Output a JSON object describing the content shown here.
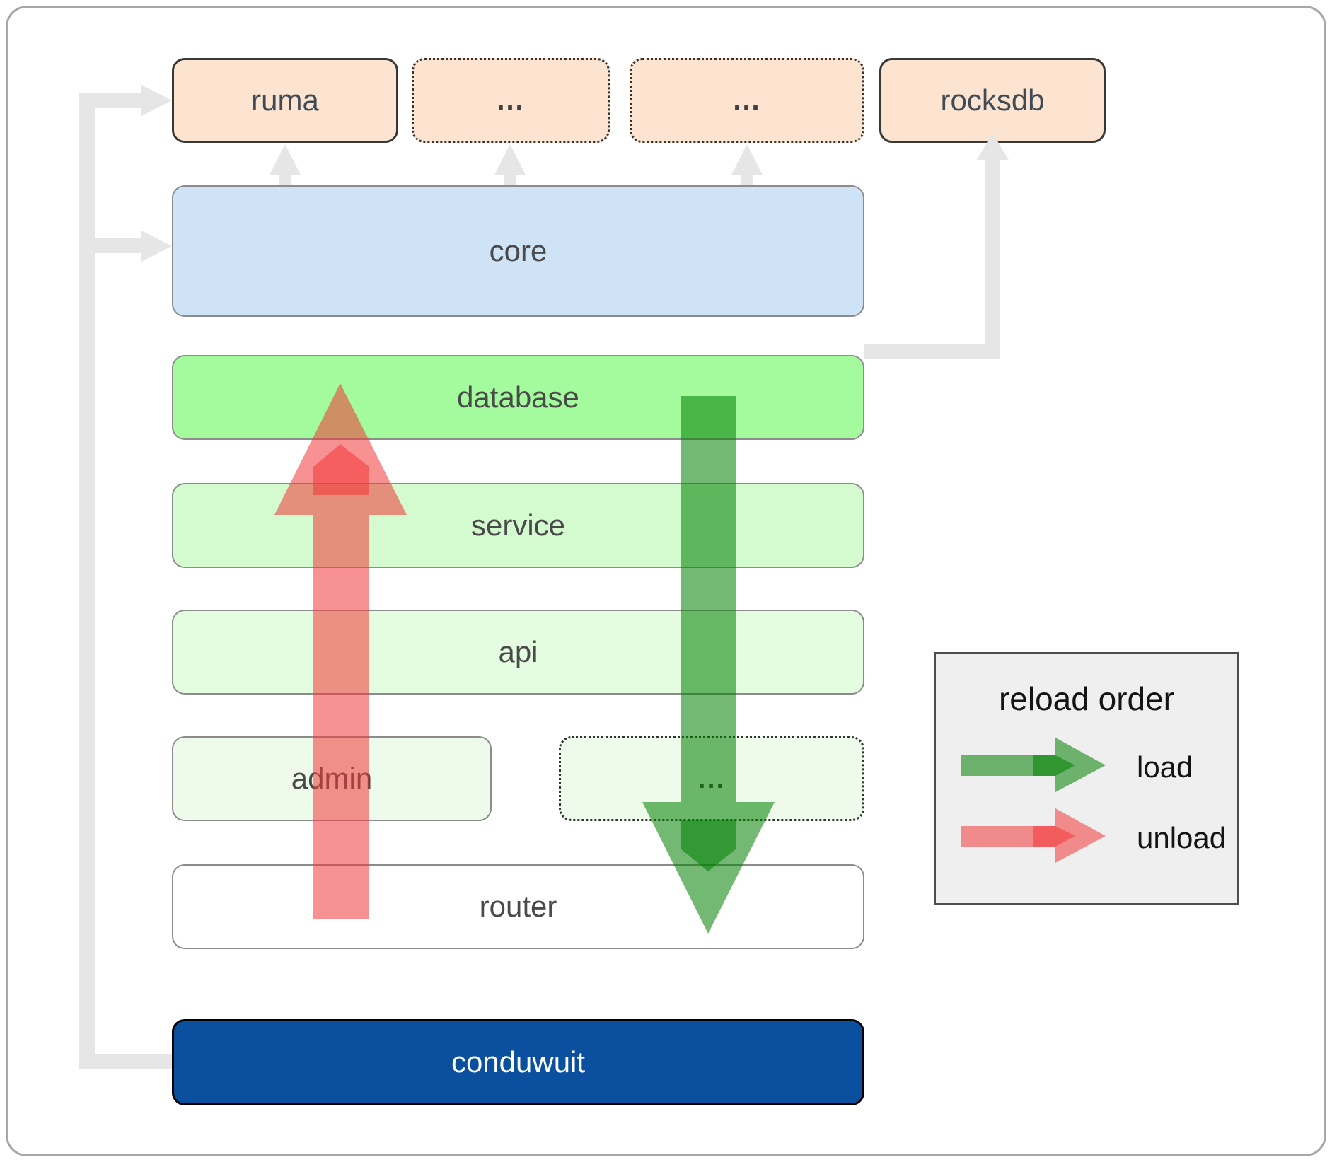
{
  "diagram": {
    "top_row": [
      {
        "label": "ruma",
        "border": "solid"
      },
      {
        "label": "...",
        "border": "dotted"
      },
      {
        "label": "...",
        "border": "dotted"
      },
      {
        "label": "rocksdb",
        "border": "solid"
      }
    ],
    "layers": {
      "core": "core",
      "database": "database",
      "service": "service",
      "api": "api",
      "admin": "admin",
      "admin_more": "...",
      "router": "router",
      "conduwuit": "conduwuit"
    }
  },
  "legend": {
    "title": "reload order",
    "items": [
      {
        "label": "load",
        "color": "#008000"
      },
      {
        "label": "unload",
        "color": "#f23636"
      }
    ]
  },
  "colors": {
    "peach-fill": "#fce4d0",
    "node-border-dark": "#383838",
    "dotted-border": "#333333",
    "node-border-gray": "#8c8c8c",
    "core-fill": "#cfe3f7",
    "database-fill": "#a3fb9d",
    "service-fill": "#d3fbcf",
    "api-fill": "#e4fce0",
    "admin-fill": "#eefbea",
    "router-fill": "#ffffff",
    "conduwuit-fill": "#0b509f",
    "conduwuit-text": "#ffffff",
    "label-color": "#4a4a4a",
    "toprow-label-color": "#3f4b55",
    "connector-gray": "#e6e6e6",
    "legend-bg": "#efefef",
    "legend-border": "#4d4d4d",
    "legend-text": "#141414",
    "arrow-green": "#008000",
    "arrow-red": "#f23636",
    "frame-border": "#a8a8a8"
  }
}
